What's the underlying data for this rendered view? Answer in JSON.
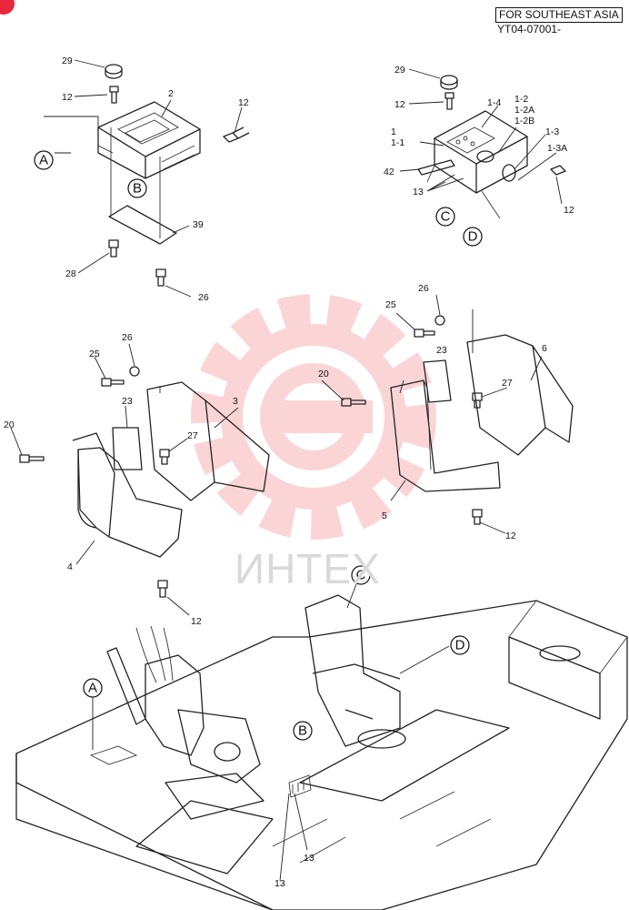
{
  "header": {
    "region": "FOR SOUTHEAST ASIA",
    "serial": "YT04-07001-"
  },
  "watermark": {
    "text": "ИНТЕХ",
    "color": "#f26b6b"
  },
  "reference_letters": [
    "A",
    "B",
    "C",
    "D"
  ],
  "callouts": {
    "c29a": "29",
    "c12a": "12",
    "c2": "2",
    "c12b": "12",
    "c39": "39",
    "c28": "28",
    "c26a": "26",
    "c29b": "29",
    "c12c": "12",
    "c1_4": "1-4",
    "c1_2": "1-2",
    "c1_2A": "1-2A",
    "c1_2B": "1-2B",
    "c1": "1",
    "c1_1": "1-1",
    "c1_3": "1-3",
    "c1_3A": "1-3A",
    "c42": "42",
    "c13a": "13",
    "c12d": "12",
    "c26b": "26",
    "c25a": "25",
    "c23a": "23",
    "c6": "6",
    "c20a": "20",
    "c27a": "27",
    "c5": "5",
    "c12e": "12",
    "c26c": "26",
    "c25b": "25",
    "c23b": "23",
    "c3": "3",
    "c20b": "20",
    "c27b": "27",
    "c4": "4",
    "c12f": "12",
    "c13b": "13",
    "c13c": "13"
  }
}
